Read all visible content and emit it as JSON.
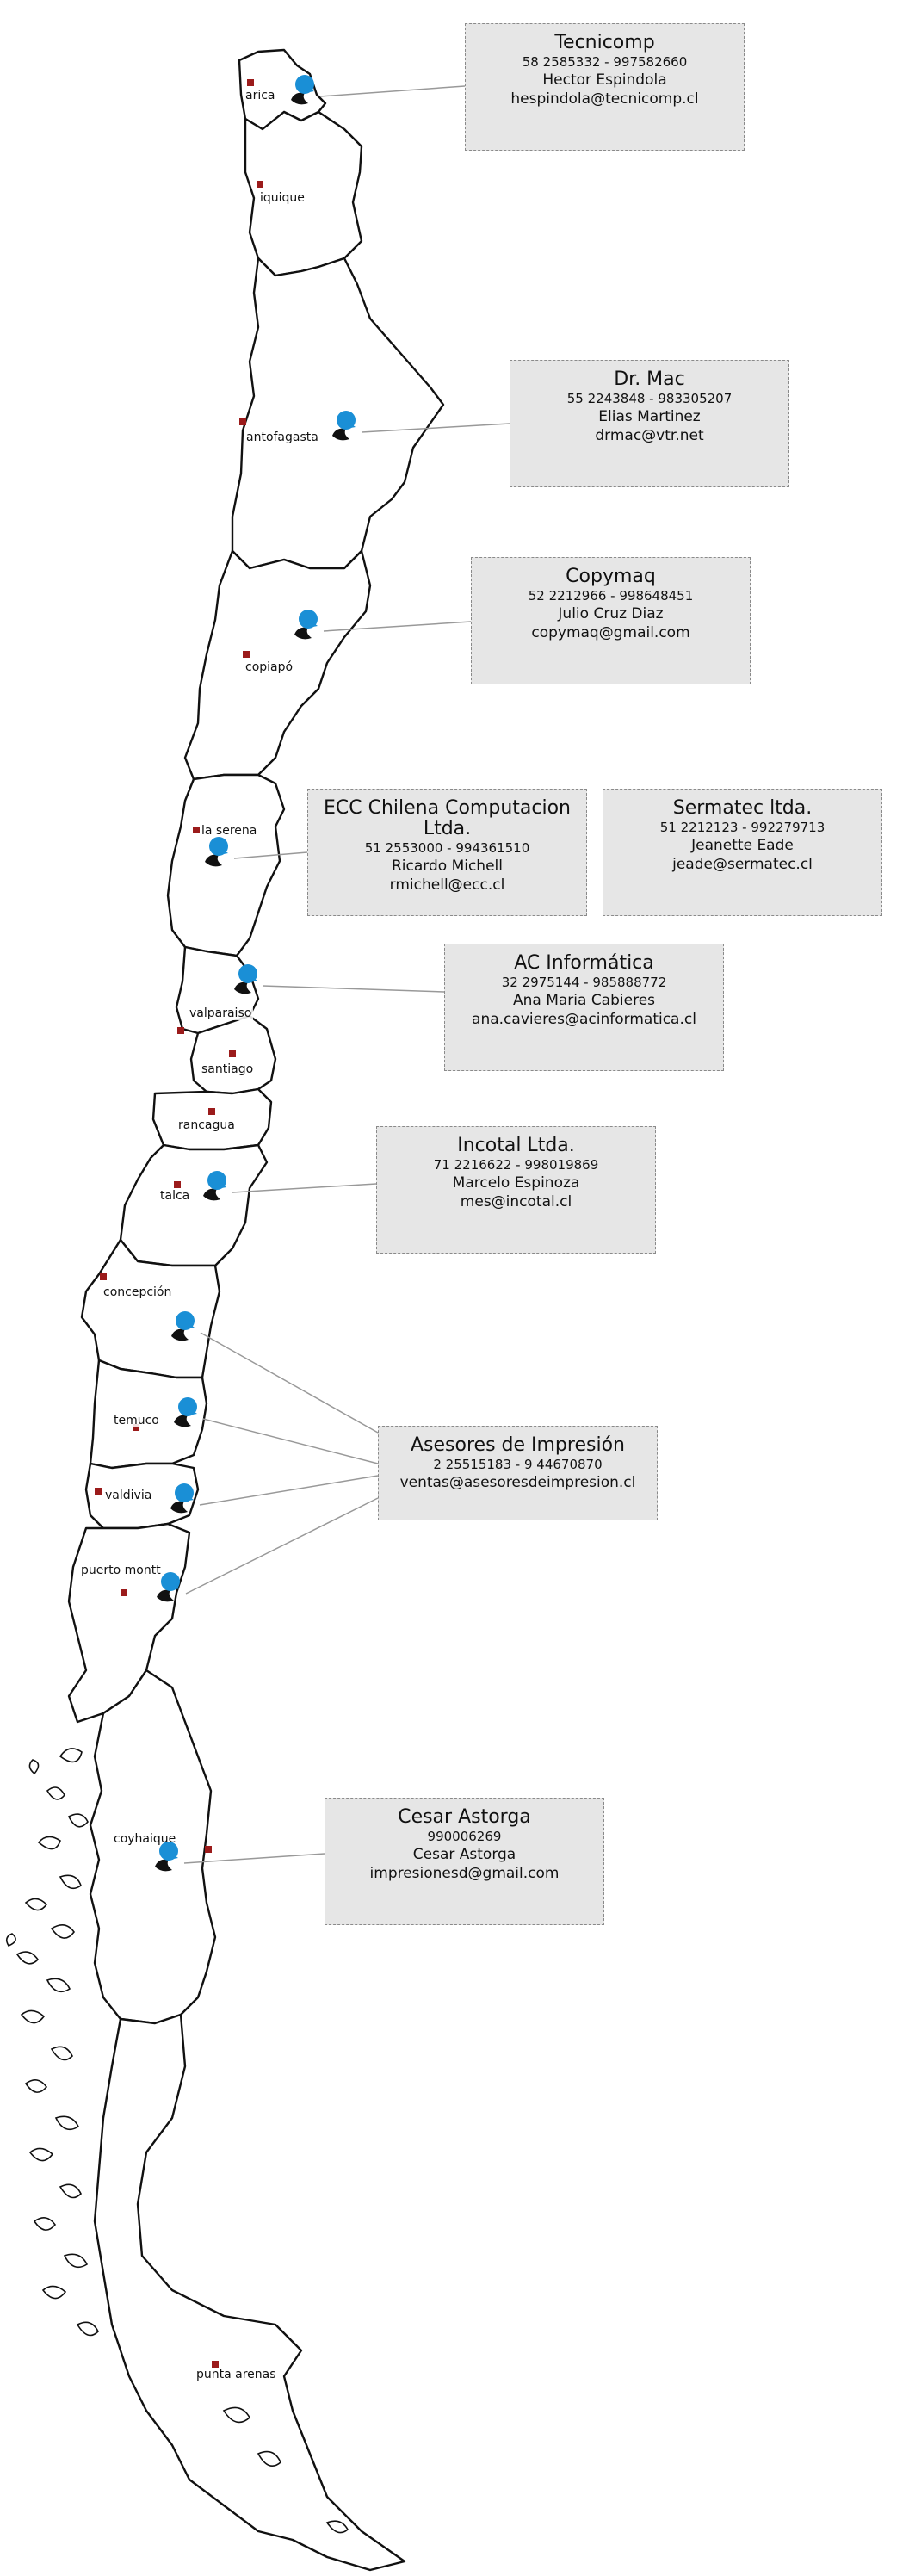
{
  "colors": {
    "accent": "#1a8fd6",
    "city_marker": "#9b1b1b",
    "box_bg": "#e6e6e6",
    "region_stroke": "#111111"
  },
  "icon": "dealer-pin-icon",
  "cities": [
    {
      "id": "arica",
      "label": "arica"
    },
    {
      "id": "iquique",
      "label": "iquique"
    },
    {
      "id": "antofagasta",
      "label": "antofagasta"
    },
    {
      "id": "copiapo",
      "label": "copiapó"
    },
    {
      "id": "la-serena",
      "label": "la serena"
    },
    {
      "id": "valparaiso",
      "label": "valparaiso"
    },
    {
      "id": "santiago",
      "label": "santiago"
    },
    {
      "id": "rancagua",
      "label": "rancagua"
    },
    {
      "id": "talca",
      "label": "talca"
    },
    {
      "id": "concepcion",
      "label": "concepción"
    },
    {
      "id": "temuco",
      "label": "temuco"
    },
    {
      "id": "valdivia",
      "label": "valdivia"
    },
    {
      "id": "puerto-montt",
      "label": "puerto montt"
    },
    {
      "id": "coyhaique",
      "label": "coyhaique"
    },
    {
      "id": "punta-arenas",
      "label": "punta arenas"
    }
  ],
  "dealers": [
    {
      "id": "tecnicomp",
      "name": "Tecnicomp",
      "phone": "58 2585332 - 997582660",
      "contact": "Hector Espindola",
      "email": "hespindola@tecnicomp.cl"
    },
    {
      "id": "drmac",
      "name": "Dr. Mac",
      "phone": "55 2243848 - 983305207",
      "contact": "Elias Martinez",
      "email": "drmac@vtr.net"
    },
    {
      "id": "copymaq",
      "name": "Copymaq",
      "phone": "52 2212966 - 998648451",
      "contact": "Julio Cruz Diaz",
      "email": "copymaq@gmail.com"
    },
    {
      "id": "ecc",
      "name": "ECC Chilena Computacion Ltda.",
      "phone": "51 2553000 - 994361510",
      "contact": "Ricardo Michell",
      "email": "rmichell@ecc.cl"
    },
    {
      "id": "sermatec",
      "name": "Sermatec ltda.",
      "phone": "51 2212123 - 992279713",
      "contact": "Jeanette Eade",
      "email": "jeade@sermatec.cl"
    },
    {
      "id": "acinformatica",
      "name": "AC Informática",
      "phone": "32 2975144 - 985888772",
      "contact": "Ana Maria Cabieres",
      "email": "ana.cavieres@acinformatica.cl"
    },
    {
      "id": "incotal",
      "name": "Incotal Ltda.",
      "phone": "71 2216622 - 998019869",
      "contact": "Marcelo Espinoza",
      "email": "mes@incotal.cl"
    },
    {
      "id": "asesores",
      "name": "Asesores de Impresión",
      "phone": "2 25515183 - 9 44670870",
      "contact": "",
      "email": "ventas@asesoresdeimpresion.cl"
    },
    {
      "id": "astorga",
      "name": "Cesar Astorga",
      "phone": "990006269",
      "contact": "Cesar Astorga",
      "email": "impresionesd@gmail.com"
    }
  ]
}
